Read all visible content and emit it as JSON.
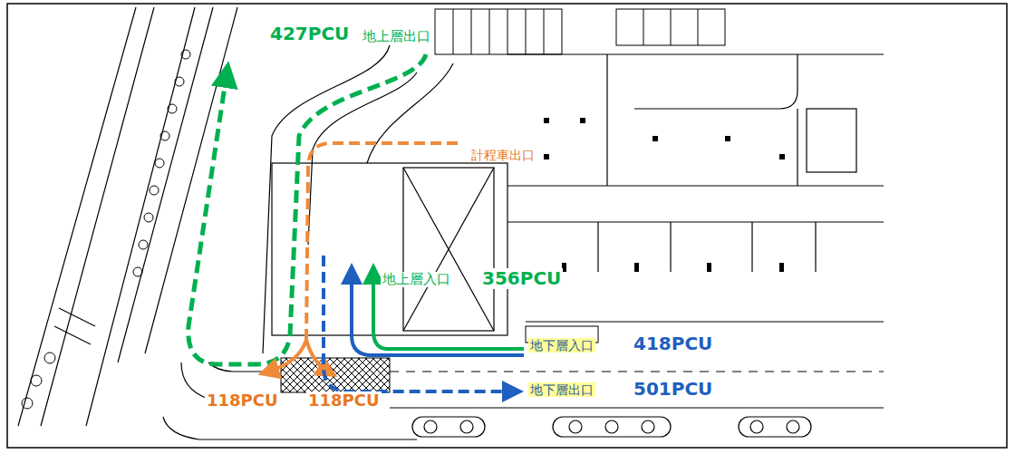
{
  "diagram": {
    "labels": [
      "427PCU",
      "地上層出口",
      "計程車出口",
      "地上層入口",
      "356PCU",
      "地下層入口",
      "418PCU",
      "地下層出口",
      "501PCU",
      "118PCU",
      "118PCU"
    ]
  }
}
